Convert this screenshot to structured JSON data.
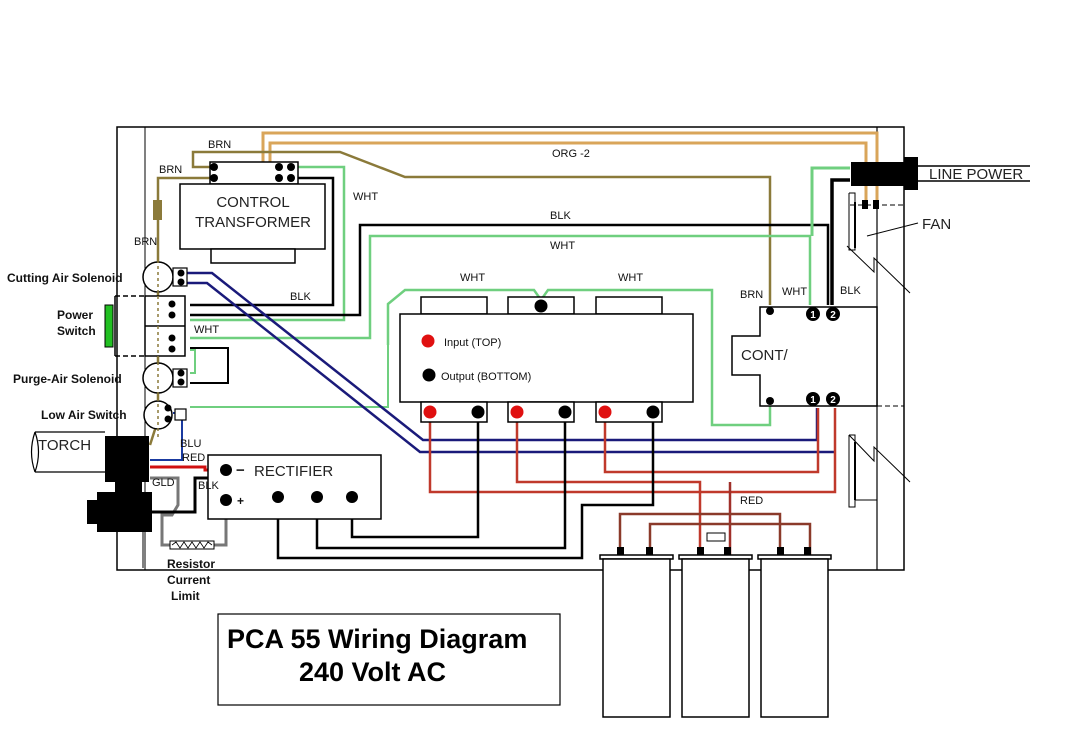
{
  "title": {
    "line1": "PCA 55 Wiring Diagram",
    "line2": "240 Volt AC"
  },
  "components": {
    "control_transformer": {
      "line1": "CONTROL",
      "line2": "TRANSFORMER"
    },
    "cutting_air_solenoid": "Cutting Air Solenoid",
    "power_switch": {
      "line1": "Power",
      "line2": "Switch"
    },
    "purge_air_solenoid": "Purge-Air Solenoid",
    "low_air_switch": "Low Air Switch",
    "torch": "TORCH",
    "rectifier": "RECTIFIER",
    "rectifier_minus": "−",
    "rectifier_plus": "+",
    "resistor": {
      "line1": "Resistor",
      "line2": "Current",
      "line3": "Limit"
    },
    "contactor": "CONT/",
    "contactor_terminals": [
      "1",
      "2"
    ],
    "fan": "FAN",
    "line_power": "LINE POWER",
    "transformer_legend": {
      "input": "Input (TOP)",
      "output": "Output  (BOTTOM)"
    }
  },
  "wire_labels": {
    "brn_top": "BRN",
    "brn_left": "BRN",
    "brn_left_lower": "BRN",
    "org": "ORG -2",
    "wht_transformer": "WHT",
    "blk_mid": "BLK",
    "wht_mid": "WHT",
    "blk_switch": "BLK",
    "wht_switch": "WHT",
    "wht_left_main": "WHT",
    "wht_right_main": "WHT",
    "brn_contactor": "BRN",
    "wht_contactor": "WHT",
    "blk_contactor": "BLK",
    "blu": "BLU",
    "red_torch": "RED",
    "gld": "GLD",
    "blk_rect": "BLK",
    "red_caps": "RED"
  },
  "colors": {
    "brown": "#8b7a3a",
    "orange": "#d9a55a",
    "green_white": "#6fcf7f",
    "black": "#000000",
    "blue": "#1a1a7a",
    "red": "#c0392b",
    "dark_red": "#a0302a",
    "input_dot": "#e01010",
    "switch_green": "#22c022"
  }
}
